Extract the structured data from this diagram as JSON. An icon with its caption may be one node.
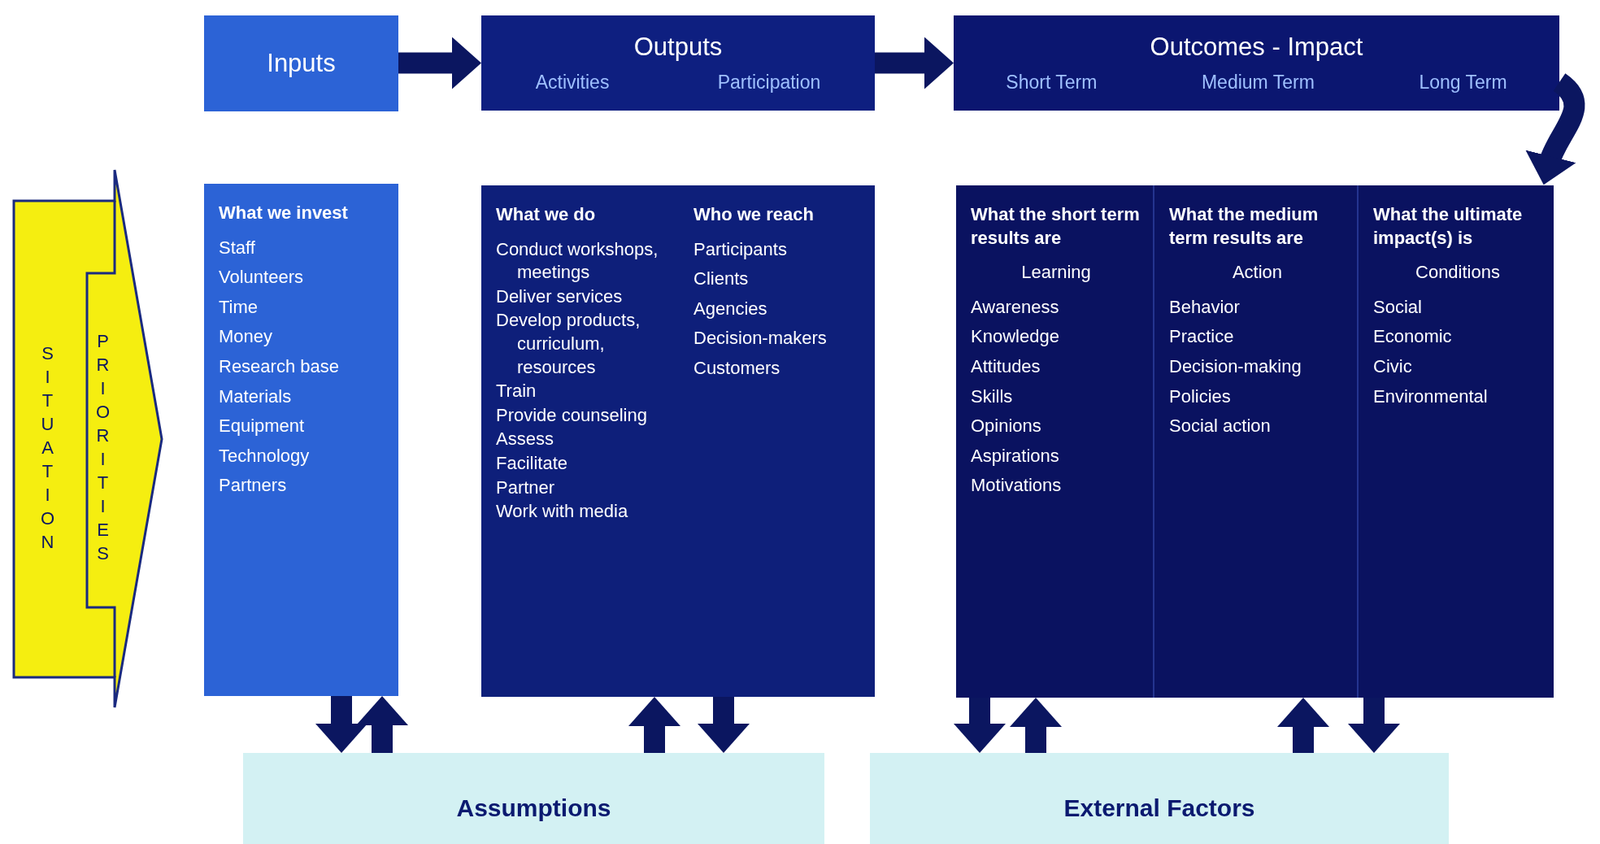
{
  "diagram": {
    "nodes": [
      {
        "text": [
          "SITUATION",
          "PRIORITIES"
        ]
      },
      {
        "text": [
          "Inputs"
        ]
      },
      {
        "text": [
          "Outputs",
          "Activities",
          "Participation"
        ]
      },
      {
        "text": [
          "Outcomes - Impact",
          "Short Term",
          "Medium Term",
          "Long Term"
        ]
      },
      {
        "text": [
          "What we invest",
          "Staff",
          "Volunteers",
          "Time",
          "Money",
          "Research base",
          "Materials",
          "Equipment",
          "Technology",
          "Partners"
        ]
      },
      {
        "text": [
          "What we do",
          "Conduct workshops, meetings",
          "Deliver services",
          "Develop products, curriculum, resources",
          "Train",
          "Provide counseling",
          "Assess",
          "Facilitate",
          "Partner",
          "Work with media"
        ]
      },
      {
        "text": [
          "Who we reach",
          "Participants",
          "Clients",
          "Agencies",
          "Decision-makers",
          "Customers"
        ]
      },
      {
        "text": [
          "What the short term results are",
          "Learning",
          "Awareness",
          "Knowledge",
          "Attitudes",
          "Skills",
          "Opinions",
          "Aspirations",
          "Motivations"
        ]
      },
      {
        "text": [
          "What the medium term results are",
          "Action",
          "Behavior",
          "Practice",
          "Decision-making",
          "Policies",
          "Social action"
        ]
      },
      {
        "text": [
          "What the ultimate impact(s) is",
          "Conditions",
          "Social",
          "Economic",
          "Civic",
          "Environmental"
        ]
      },
      {
        "text": [
          "Assumptions"
        ]
      },
      {
        "text": [
          "External Factors"
        ]
      }
    ],
    "edges": [
      {
        "from": 1,
        "to": 2,
        "arrow": "to"
      },
      {
        "from": 2,
        "to": 3,
        "arrow": "to"
      },
      {
        "from": 3,
        "to": 9,
        "arrow": "to"
      },
      {
        "from": 4,
        "to": 10,
        "arrow": "to"
      },
      {
        "from": 10,
        "to": 4,
        "arrow": "to"
      },
      {
        "from": 10,
        "to": 5,
        "arrow": "to"
      },
      {
        "from": 6,
        "to": 10,
        "arrow": "to"
      },
      {
        "from": 7,
        "to": 11,
        "arrow": "to"
      },
      {
        "from": 11,
        "to": 7,
        "arrow": "to"
      },
      {
        "from": 11,
        "to": 8,
        "arrow": "to"
      },
      {
        "from": 9,
        "to": 11,
        "arrow": "to"
      }
    ]
  }
}
